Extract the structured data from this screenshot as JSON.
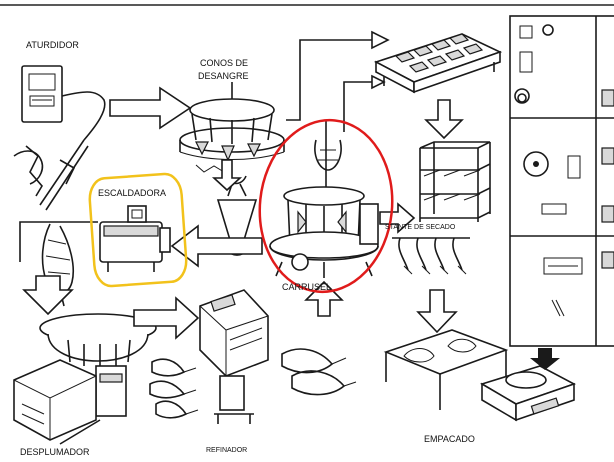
{
  "labels": {
    "aturdidor": "ATURDIDOR",
    "conos_line1": "CONOS DE",
    "conos_line2": "DESANGRE",
    "escaldadora": "ESCALDADORA",
    "estante": "STANTE DE SECADO",
    "carrusel": "CARRUSEL",
    "desplumador": "DESPLUMADOR",
    "refinador": "REFINADOR",
    "empacado": "EMPACADO"
  },
  "highlights": {
    "escaldadora_color": "#f2c21b",
    "carrusel_color": "#e01b1b"
  }
}
